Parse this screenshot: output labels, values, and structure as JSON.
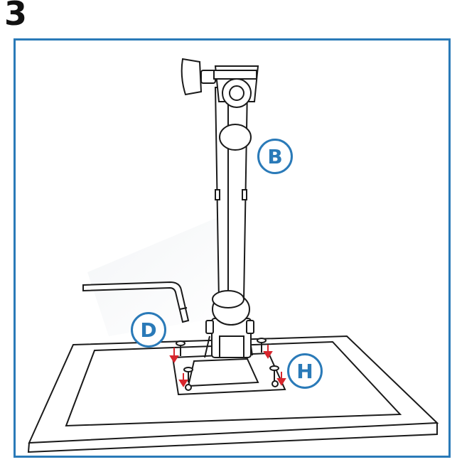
{
  "step": {
    "number": "3"
  },
  "callouts": {
    "b": "B",
    "d": "D",
    "h": "H"
  },
  "colors": {
    "frame": "#2a7ab8",
    "callout": "#2a7ab8",
    "arrow": "#d7262d",
    "line": "#1a1a1a"
  },
  "icons": {
    "arm": "monitor-arm-illustration",
    "key": "hex-key-icon",
    "screw": "screw-icon",
    "arrow": "down-arrow-icon"
  }
}
